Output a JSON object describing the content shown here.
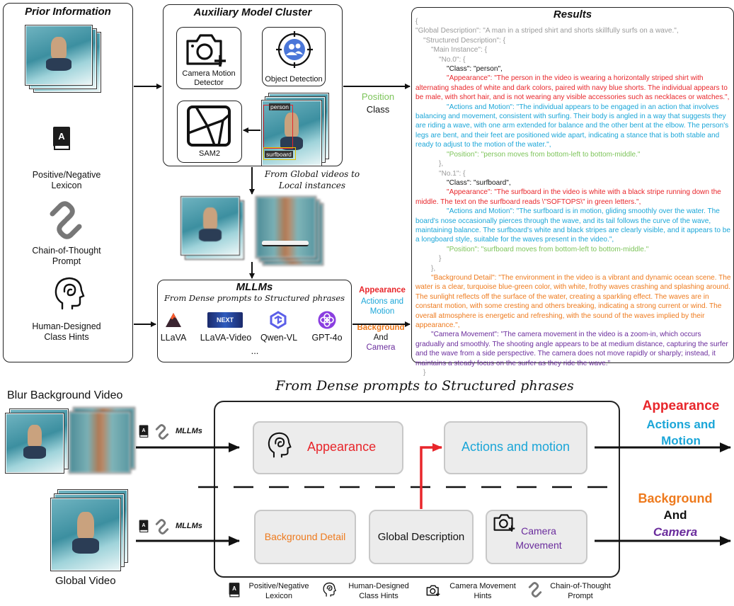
{
  "prior": {
    "title": "Prior Information",
    "lexicon": "Positive/Negative\nLexicon",
    "cot": "Chain-of-Thought\nPrompt",
    "hints": "Human-Designed\nClass Hints"
  },
  "aux": {
    "title": "Auxiliary Model Cluster",
    "camera": "Camera Motion\nDetector",
    "object": "Object Detection",
    "sam": "SAM2",
    "tag_person": "person",
    "tag_surfboard": "surfboard"
  },
  "middle": {
    "global_to_local": "From Global videos to\nLocal instances",
    "position": "Position",
    "class": "Class"
  },
  "mllm": {
    "title": "MLLMs",
    "subtitle": "From Dense prompts to Structured phrases",
    "models": [
      "LLaVA",
      "LLaVA-Video",
      "Qwen-VL",
      "GPT-4o"
    ],
    "more": "..."
  },
  "mid_labels": {
    "appearance": "Appearance",
    "actions": "Actions and\nMotion",
    "background": "Background",
    "and": "And",
    "camera": "Camera"
  },
  "results": {
    "title": "Results",
    "lines": [
      {
        "t": "{",
        "c": "c-gray",
        "i": 0
      },
      {
        "t": "\"Global Description\": \"A man in a striped shirt and shorts skillfully surfs on a wave.\",",
        "c": "c-gray",
        "i": 0
      },
      {
        "t": "\"Structured Description\": {",
        "c": "c-gray",
        "i": 1
      },
      {
        "t": "\"Main Instance\": {",
        "c": "c-gray",
        "i": 2
      },
      {
        "t": "\"No.0\": {",
        "c": "c-gray",
        "i": 3
      },
      {
        "t": "\"Class\": \"person\",",
        "c": "c-black",
        "i": 4
      },
      {
        "t": "\"Appearance\": \"The person in the video is wearing a horizontally striped shirt with alternating shades of white and dark colors, paired with navy blue shorts. The individual appears to be male, with short hair, and is not wearing any visible accessories such as necklaces or watches.\",",
        "c": "c-red",
        "i": 4
      },
      {
        "t": "\"Actions and Motion\": \"The individual appears to be engaged in an action that involves balancing and movement, consistent with surfing. Their body is angled in a way that suggests they are riding a wave, with one arm extended for balance and the other bent at the elbow. The person's legs are bent, and their feet are positioned wide apart, indicating a stance that is both stable and ready to adjust to the motion of the water.\",",
        "c": "c-blue",
        "i": 4
      },
      {
        "t": "\"Position\": \"person moves from bottom-left to bottom-middle.\"",
        "c": "c-green",
        "i": 4
      },
      {
        "t": "},",
        "c": "c-gray",
        "i": 3
      },
      {
        "t": "\"No.1\": {",
        "c": "c-gray",
        "i": 3
      },
      {
        "t": "\"Class\": \"surfboard\",",
        "c": "c-black",
        "i": 4
      },
      {
        "t": "\"Appearance\": \"The surfboard in the video is white with a black stripe running down the middle. The text on the surfboard reads \\\"SOFTOPS\\\" in green letters.\",",
        "c": "c-red",
        "i": 4
      },
      {
        "t": "\"Actions and Motion\": \"The surfboard is in motion, gliding smoothly over the water. The board's nose occasionally pierces through the wave, and its tail follows the curve of the wave, maintaining balance. The surfboard's white and black stripes are clearly visible, and it appears to be a longboard style, suitable for the waves present in the video.\",",
        "c": "c-blue",
        "i": 4
      },
      {
        "t": "\"Position\": \"surfboard moves from bottom-left to bottom-middle.\"",
        "c": "c-green",
        "i": 4
      },
      {
        "t": "}",
        "c": "c-gray",
        "i": 3
      },
      {
        "t": "},",
        "c": "c-gray",
        "i": 2
      },
      {
        "t": "\"Background Detail\": \"The environment in the video is a vibrant and dynamic ocean scene. The water is a clear, turquoise blue-green color, with white, frothy waves crashing and splashing around. The sunlight reflects off the surface of the water, creating a sparkling effect. The waves are in constant motion, with some cresting and others breaking, indicating a strong current or wind. The overall atmosphere is energetic and refreshing, with the sound of the waves implied by their appearance.\",",
        "c": "c-orange",
        "i": 2
      },
      {
        "t": "\"Camera Movement\": \"The camera movement in the video is a zoom-in, which occurs gradually and smoothly. The shooting angle appears to be at medium distance, capturing the surfer and the wave from a side perspective. The camera does not move rapidly or sharply; instead, it maintains a steady focus on the surfer as they ride the wave.\"",
        "c": "c-purple",
        "i": 2
      },
      {
        "t": "}",
        "c": "c-gray",
        "i": 1
      }
    ]
  },
  "bottom": {
    "title": "From Dense prompts to Structured phrases",
    "blur_label": "Blur Background Video",
    "global_label": "Global Video",
    "mllms1": "MLLMs",
    "mllms2": "MLLMs",
    "appearance": "Appearance",
    "actions": "Actions and motion",
    "background_detail": "Background Detail",
    "global_description": "Global Description",
    "camera_movement": "Camera\nMovement",
    "out_appearance": "Appearance",
    "out_actions": "Actions and\nMotion",
    "out_background": "Background",
    "out_and": "And",
    "out_camera": "Camera"
  },
  "legend": {
    "lexicon": "Positive/Negative\nLexicon",
    "hints": "Human-Designed\nClass Hints",
    "camera": "Camera Movement\nHints",
    "cot": "Chain-of-Thought\nPrompt"
  },
  "colors": {
    "red": "#e8262b",
    "blue": "#1ba6d8",
    "orange": "#ee7a1d",
    "purple": "#6a2c9c",
    "green": "#7dc45a"
  }
}
